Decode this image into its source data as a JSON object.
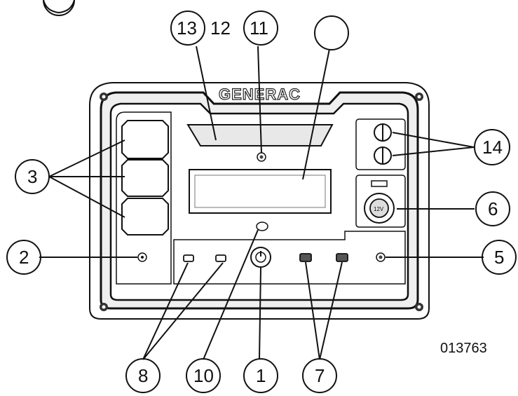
{
  "brand": {
    "logo_text": "GENERAC"
  },
  "figure_number": "013763",
  "callouts": {
    "c1": "1",
    "c2": "2",
    "c3": "3",
    "c5": "5",
    "c6": "6",
    "c7": "7",
    "c8": "8",
    "c10": "10",
    "c11": "11",
    "c12": "12",
    "c13": "13",
    "c14": "14",
    "c_blank": ""
  },
  "colors": {
    "line": "#111111",
    "panel_fill": "#ffffff",
    "panel_shade": "#e6e6e6"
  },
  "icons": {
    "power_button": "power-icon",
    "usb_port": "usb-port-icon",
    "twelve_volt_outlet": "12v-outlet-icon",
    "led": "led-indicator-icon",
    "breaker": "circuit-breaker-icon",
    "screw": "screw-icon"
  },
  "labels": {
    "outlet_12v": "12V"
  }
}
